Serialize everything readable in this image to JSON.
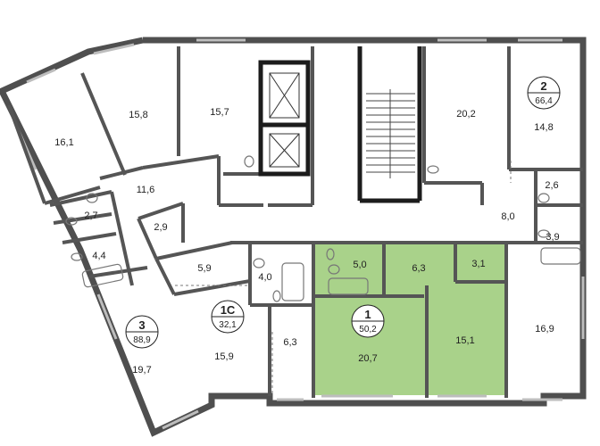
{
  "colors": {
    "wall": "#4f4f4f",
    "wall_dark": "#1c1c1c",
    "highlight": "#a9d28a",
    "window": "#a7a7a7",
    "fixture": "#777777"
  },
  "rooms": [
    {
      "id": "r16_1",
      "area": "16,1"
    },
    {
      "id": "r15_8",
      "area": "15,8"
    },
    {
      "id": "r15_7",
      "area": "15,7"
    },
    {
      "id": "r20_2",
      "area": "20,2"
    },
    {
      "id": "r14_8",
      "area": "14,8"
    },
    {
      "id": "r11_6",
      "area": "11,6"
    },
    {
      "id": "r2_7",
      "area": "2,7"
    },
    {
      "id": "r2_9",
      "area": "2,9"
    },
    {
      "id": "r4_4",
      "area": "4,4"
    },
    {
      "id": "r8_0",
      "area": "8,0"
    },
    {
      "id": "r2_6",
      "area": "2,6"
    },
    {
      "id": "r3_9",
      "area": "3,9"
    },
    {
      "id": "r5_9",
      "area": "5,9"
    },
    {
      "id": "r4_0",
      "area": "4,0"
    },
    {
      "id": "r5_0",
      "area": "5,0"
    },
    {
      "id": "r6_3a",
      "area": "6,3"
    },
    {
      "id": "r3_1",
      "area": "3,1"
    },
    {
      "id": "r15_9",
      "area": "15,9"
    },
    {
      "id": "r6_3b",
      "area": "6,3"
    },
    {
      "id": "r20_7",
      "area": "20,7"
    },
    {
      "id": "r15_1",
      "area": "15,1"
    },
    {
      "id": "r16_9",
      "area": "16,9"
    },
    {
      "id": "r19_7",
      "area": "19,7"
    }
  ],
  "apartments": [
    {
      "id": "apt2",
      "number": "2",
      "area": "66,4"
    },
    {
      "id": "apt3",
      "number": "3",
      "area": "88,9"
    },
    {
      "id": "apt1c",
      "number": "1С",
      "area": "32,1"
    },
    {
      "id": "apt1",
      "number": "1",
      "area": "50,2"
    }
  ]
}
